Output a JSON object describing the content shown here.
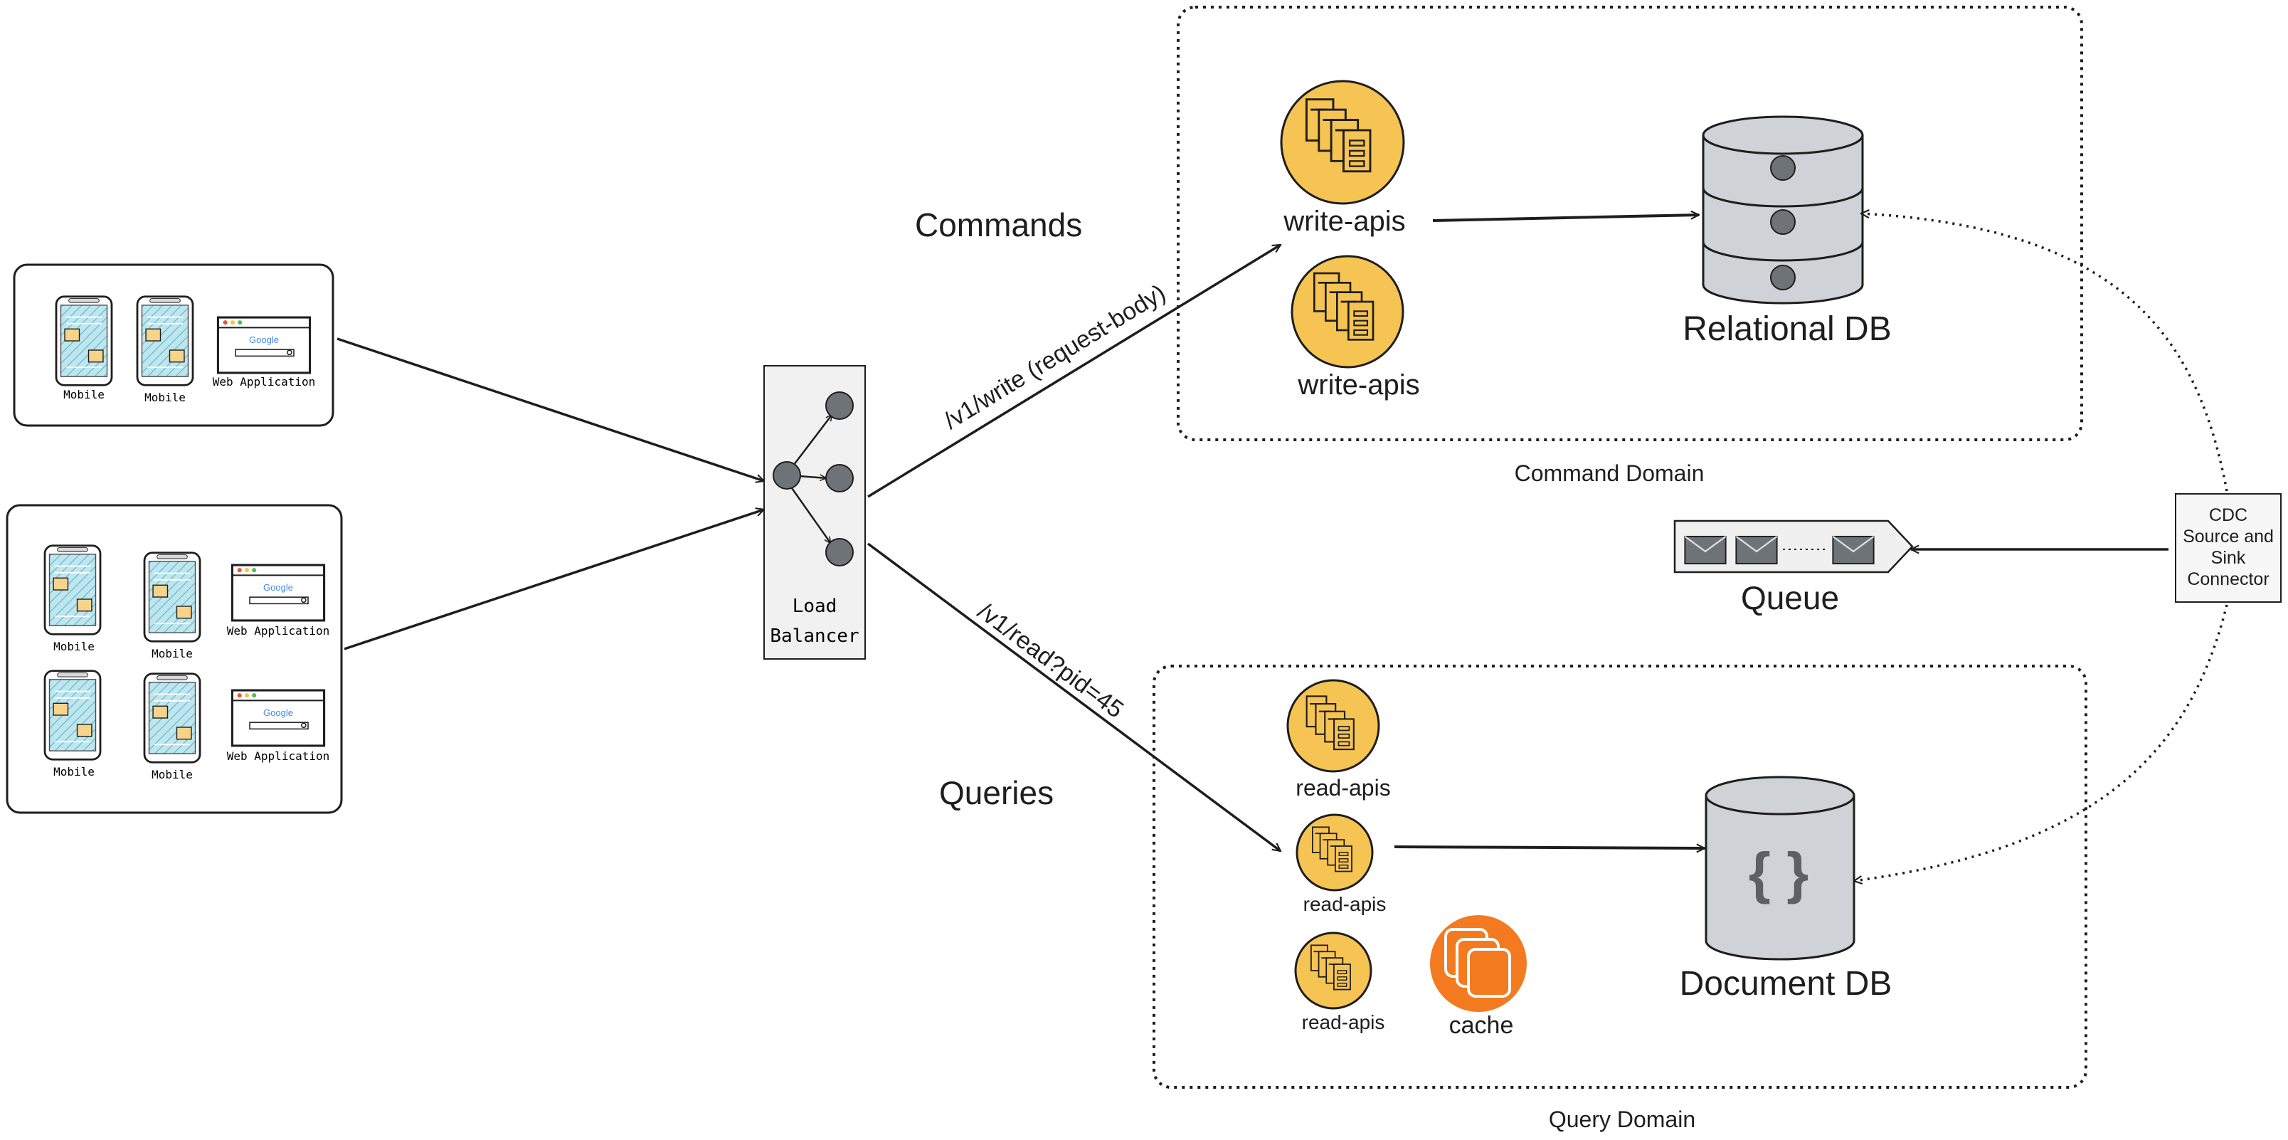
{
  "labels": {
    "commands": "Commands",
    "queries": "Queries",
    "write_route": "/v1/write (request-body)",
    "read_route": "/v1/read?pid=45",
    "load_balancer_line1": "Load",
    "load_balancer_line2": "Balancer",
    "command_domain": "Command Domain",
    "query_domain": "Query Domain",
    "relational_db": "Relational DB",
    "document_db": "Document DB",
    "document_db_symbol": "{ }",
    "queue": "Queue",
    "cache": "cache",
    "cdc_line1": "CDC",
    "cdc_line2": "Source and",
    "cdc_line3": "Sink",
    "cdc_line4": "Connector"
  },
  "services": {
    "write_apis": [
      "write-apis",
      "write-apis"
    ],
    "read_apis": [
      "read-apis",
      "read-apis",
      "read-apis"
    ]
  },
  "clients": {
    "group1": {
      "mobile": [
        "Mobile",
        "Mobile"
      ],
      "web": "Web Application",
      "browser_brand": "Google"
    },
    "group2": {
      "mobile": [
        "Mobile",
        "Mobile",
        "Mobile",
        "Mobile"
      ],
      "web": [
        "Web Application",
        "Web Application"
      ],
      "browser_brand": [
        "Google",
        "Google"
      ]
    }
  },
  "colors": {
    "service_fill": "#f6c453",
    "service_stroke": "#1e1e1e",
    "cache_fill": "#f47a1f",
    "db_fill": "#cfd2d6",
    "node_fill": "#6e7378",
    "phone_screen": "#a9dbe6",
    "note_fill": "#f8d48a"
  }
}
